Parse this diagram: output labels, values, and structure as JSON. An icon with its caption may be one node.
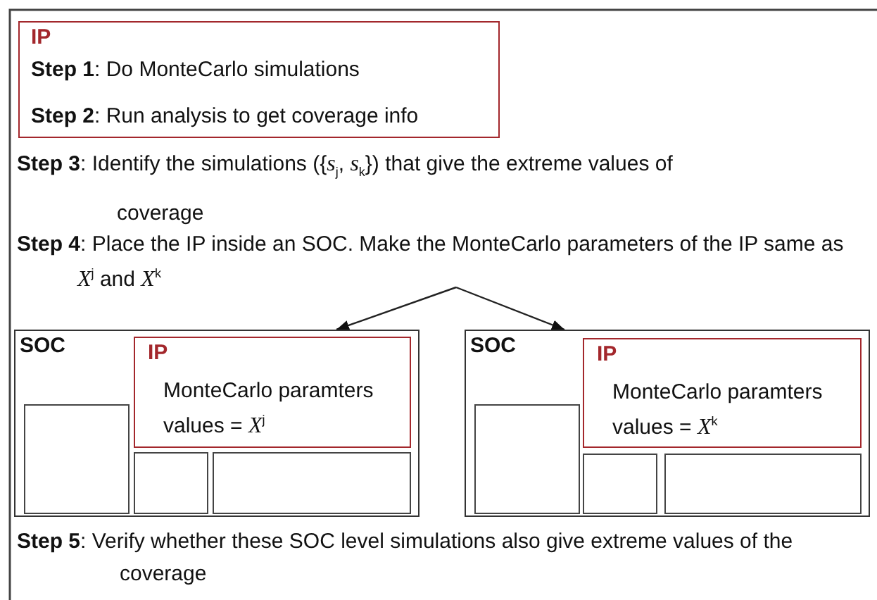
{
  "diagram": {
    "nodes": [
      {
        "text": [
          "IP",
          "**Step 1**: Do MonteCarlo simulations",
          "**Step 2**: Run analysis to get coverage info"
        ]
      },
      {
        "text": [
          "**Step 4**: Place the IP inside an SOC. Make the MonteCarlo parameters of the IP same as *X*$^{j}$ and *X*$^{k}$"
        ]
      },
      {
        "text": [
          "SOC"
        ]
      },
      {
        "text": [
          "IP",
          "MonteCarlo paramters values = *X*$^{j}$"
        ],
        "in": 2
      },
      {
        "text": [],
        "shape": "box",
        "in": 2
      },
      {
        "text": [],
        "shape": "box",
        "in": 2
      },
      {
        "text": [],
        "shape": "box",
        "in": 2
      },
      {
        "text": [
          "SOC"
        ]
      },
      {
        "text": [
          "IP",
          "MonteCarlo paramters values = *X*$^{k}$"
        ],
        "in": 7
      },
      {
        "text": [],
        "shape": "box",
        "in": 7
      },
      {
        "text": [],
        "shape": "box",
        "in": 7
      },
      {
        "text": [],
        "shape": "box",
        "in": 7
      }
    ],
    "edges": [
      {
        "from": 1,
        "to": 2,
        "arrow": "to"
      },
      {
        "from": 1,
        "to": 7,
        "arrow": "to"
      }
    ],
    "labels": [
      "**Step 3**: Identify the simulations ({*s*$_{j}$, *s*$_{k}$}) that give the extreme values of coverage",
      "**Step 5**: Verify whether these SOC level simulations also give extreme values of the coverage"
    ]
  }
}
